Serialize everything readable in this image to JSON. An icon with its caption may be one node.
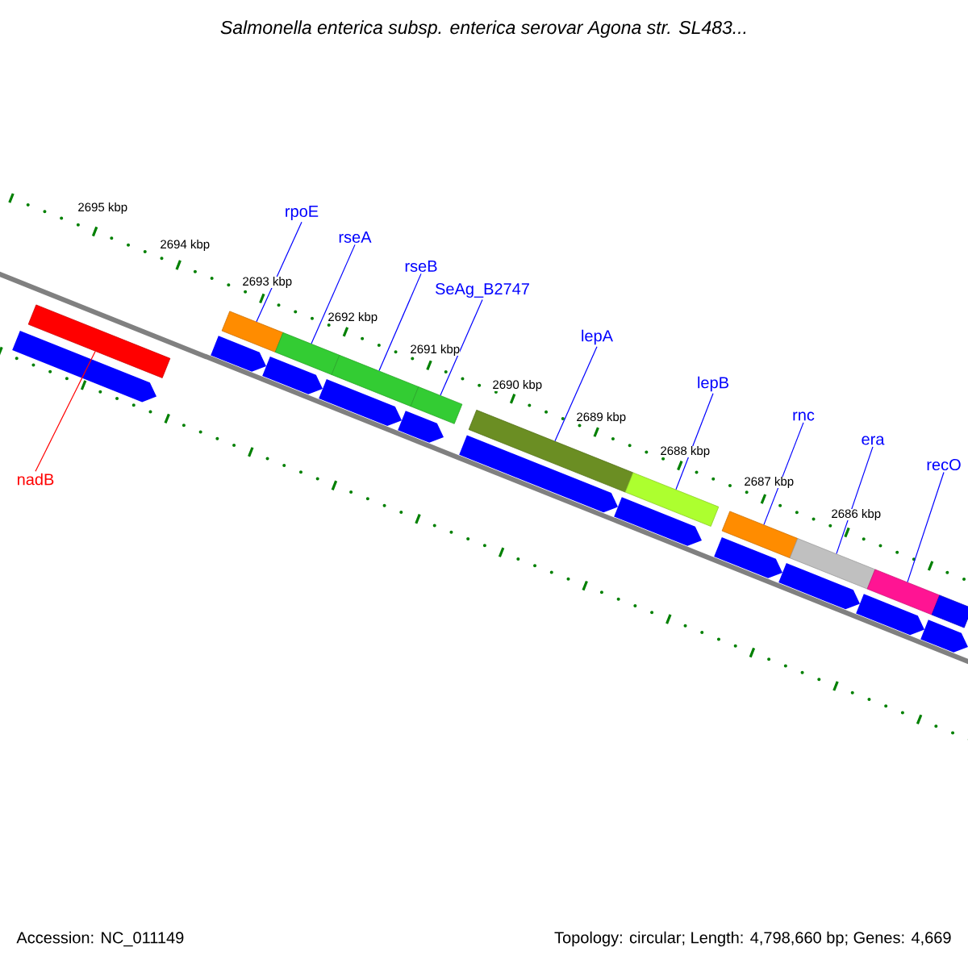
{
  "diagram": {
    "title": "Salmonella enterica subsp. enterica serovar Agona str. SL483...",
    "nodes": [
      {
        "text": [
          "rpoE"
        ]
      },
      {
        "text": [
          "rseA"
        ]
      },
      {
        "text": [
          "rseB"
        ]
      },
      {
        "text": [
          "SeAg_B2747"
        ]
      },
      {
        "text": [
          "lepA"
        ]
      },
      {
        "text": [
          "lepB"
        ]
      },
      {
        "text": [
          "rnc"
        ]
      },
      {
        "text": [
          "era"
        ]
      },
      {
        "text": [
          "recO"
        ]
      },
      {
        "text": [
          "nadB"
        ]
      },
      {
        "text": [],
        "shape": "bar"
      },
      {
        "text": [],
        "shape": "bar"
      },
      {
        "text": [],
        "shape": "bar"
      },
      {
        "text": [],
        "shape": "bar"
      },
      {
        "text": [],
        "shape": "bar"
      },
      {
        "text": [],
        "shape": "bar"
      },
      {
        "text": [],
        "shape": "bar"
      },
      {
        "text": [],
        "shape": "bar"
      },
      {
        "text": [],
        "shape": "bar"
      },
      {
        "text": [],
        "shape": "bar"
      },
      {
        "text": [],
        "shape": "bar"
      },
      {
        "text": [],
        "shape": "pentagon"
      },
      {
        "text": [],
        "shape": "pentagon"
      },
      {
        "text": [],
        "shape": "pentagon"
      },
      {
        "text": [],
        "shape": "pentagon"
      },
      {
        "text": [],
        "shape": "pentagon"
      },
      {
        "text": [],
        "shape": "pentagon"
      },
      {
        "text": [],
        "shape": "pentagon"
      },
      {
        "text": [],
        "shape": "pentagon"
      },
      {
        "text": [],
        "shape": "pentagon"
      },
      {
        "text": [],
        "shape": "pentagon"
      },
      {
        "text": [],
        "shape": "pentagon"
      }
    ],
    "edges": [
      {
        "from": 0,
        "to": 11,
        "arrow": "none"
      },
      {
        "from": 1,
        "to": 12,
        "arrow": "none"
      },
      {
        "from": 2,
        "to": 13,
        "arrow": "none"
      },
      {
        "from": 3,
        "to": 14,
        "arrow": "none"
      },
      {
        "from": 4,
        "to": 15,
        "arrow": "none"
      },
      {
        "from": 5,
        "to": 16,
        "arrow": "none"
      },
      {
        "from": 6,
        "to": 17,
        "arrow": "none"
      },
      {
        "from": 7,
        "to": 18,
        "arrow": "none"
      },
      {
        "from": 8,
        "to": 19,
        "arrow": "none"
      },
      {
        "from": 9,
        "to": 10,
        "arrow": "none",
        "color": "#ff0000"
      }
    ],
    "labels": [
      "2695 kbp",
      "2694 kbp",
      "2693 kbp",
      "2692 kbp",
      "2691 kbp",
      "2690 kbp",
      "2689 kbp",
      "2688 kbp",
      "2687 kbp",
      "2686 kbp",
      "Accession: NC_011149",
      "Topology: circular; Length: 4,798,660 bp; Genes: 4,669"
    ]
  }
}
